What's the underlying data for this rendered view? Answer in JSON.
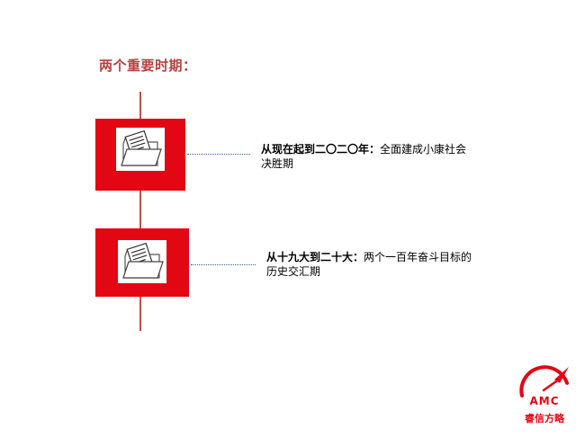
{
  "title": "两个重要时期：",
  "items": [
    {
      "head": "从现在起到二〇二〇年：",
      "body_line1": "全面建成小康社会",
      "body_line2": "决胜期",
      "icon": "folder-documents-icon"
    },
    {
      "head": "从十九大到二十大：",
      "body_line1": "两个一百年奋斗目标的",
      "body_line2": "历史交汇期",
      "icon": "folder-documents-icon"
    }
  ],
  "logo": {
    "abbr": "AMC",
    "name": "睿信方略",
    "icon": "gauge-arrow-icon"
  },
  "colors": {
    "accent_red": "#e30613",
    "title_red": "#b5413f",
    "timeline": "#c0504d",
    "connector": "#2f5f9e"
  }
}
